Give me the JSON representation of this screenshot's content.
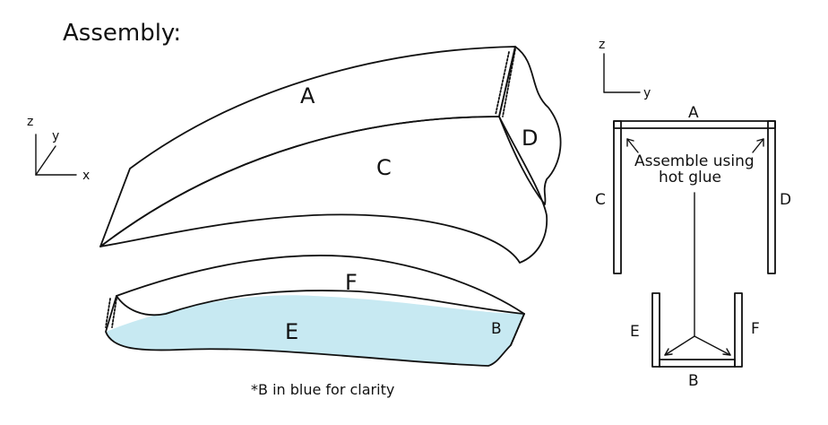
{
  "title": "Assembly:",
  "left_axes": {
    "z": "z",
    "y": "y",
    "x": "x"
  },
  "right_axes": {
    "z": "z",
    "y": "y"
  },
  "parts": {
    "a": "A",
    "c": "C",
    "d": "D",
    "f": "F",
    "e": "E",
    "b": "B"
  },
  "schematic": {
    "top_label": "A",
    "left_label": "C",
    "right_label": "D",
    "glue_line1": "Assemble using",
    "glue_line2": "hot glue",
    "lower_left": "E",
    "lower_right": "F",
    "bottom_label": "B"
  },
  "footnote": "*B in blue for clarity",
  "colors": {
    "highlight_blue": "#c7e9f2",
    "ink": "#111111"
  }
}
